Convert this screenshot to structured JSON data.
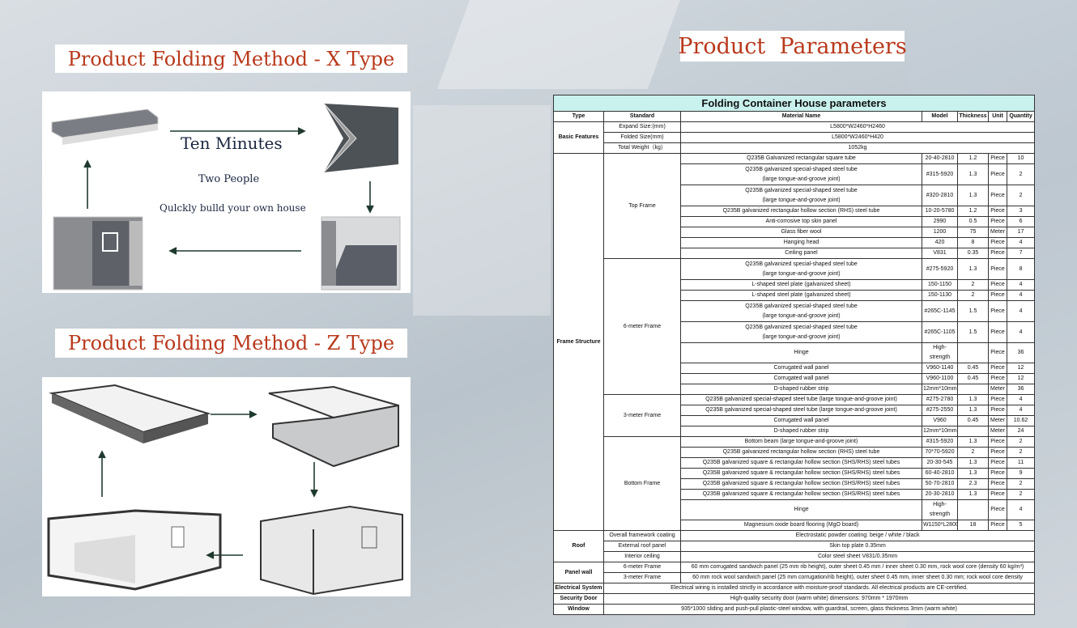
{
  "left": {
    "x_type_title": "Product Folding Method - X Type",
    "z_type_title": "Product Folding Method - Z Type",
    "x_caption_main": "Ten Minutes",
    "x_caption_people": "Two People",
    "x_caption_sub": "Qulckly bulld your own house"
  },
  "right": {
    "title": "Product  Parameters"
  },
  "colors": {
    "title_red": "#b8391c",
    "table_header_bg": "#c9f1ee",
    "caption_navy": "#1a2640",
    "arrow": "#1f3a2e"
  },
  "table": {
    "title": "Folding Container House parameters",
    "headers": [
      "Type",
      "Standard",
      "Material Name",
      "Model",
      "Thickness",
      "Unit",
      "Quantity"
    ],
    "basic": {
      "type": "Basic Features",
      "rows": [
        {
          "standard": "Expand Size:(mm)",
          "value": "L5800*W2460*H2460"
        },
        {
          "standard": "Folded Size(mm)",
          "value": "L5800*W2460*H420"
        },
        {
          "standard": "Total Weight（kg）",
          "value": "1052kg"
        }
      ]
    },
    "frame": {
      "type": "Frame Structure",
      "groups": [
        {
          "standard": "Top Frame",
          "items": [
            [
              "Q235B Galvanized rectangular square tube",
              "20-40-2810",
              "1.2",
              "Piece",
              "10"
            ],
            [
              "Q235B galvanized special-shaped steel tube\n(large tongue-and-groove joint)",
              "#315-5920",
              "1.3",
              "Piece",
              "2"
            ],
            [
              "Q235B galvanized special-shaped steel tube\n(large tongue-and-groove joint)",
              "#320-2810",
              "1.3",
              "Piece",
              "2"
            ],
            [
              "Q235B galvanized rectangular hollow section (RHS) steel tube",
              "10-20-5780",
              "1.2",
              "Piece",
              "3"
            ],
            [
              "Anti-corrosive top skin panel",
              "2990",
              "0.5",
              "Piece",
              "6"
            ],
            [
              "Glass fiber wool",
              "1200",
              "75",
              "Meter",
              "17"
            ],
            [
              "Hanging head",
              "420",
              "8",
              "Piece",
              "4"
            ],
            [
              "Ceiling panel",
              "V831",
              "0.35",
              "Piece",
              "7"
            ]
          ]
        },
        {
          "standard": "6-meter Frame",
          "items": [
            [
              "Q235B galvanized special-shaped steel tube\n(large tongue-and-groove joint)",
              "#275-5920",
              "1.3",
              "Piece",
              "8"
            ],
            [
              "L-shaped steel plate (galvanized sheet)",
              "150-1150",
              "2",
              "Piece",
              "4"
            ],
            [
              "L-shaped steel plate (galvanized sheet)",
              "150-1130",
              "2",
              "Piece",
              "4"
            ],
            [
              "Q235B galvanized special-shaped steel tube\n(large tongue-and-groove joint)",
              "#265C-1145",
              "1.5",
              "Piece",
              "4"
            ],
            [
              "Q235B galvanized special-shaped steel tube\n(large tongue-and-groove joint)",
              "#265C-1105",
              "1.5",
              "Piece",
              "4"
            ],
            [
              "Hinge",
              "High-strength",
              "",
              "Piece",
              "36"
            ],
            [
              "Corrugated wall panel",
              "V960-1140",
              "0.45",
              "Piece",
              "12"
            ],
            [
              "Corrugated wall panel",
              "V960-1100",
              "0.45",
              "Piece",
              "12"
            ],
            [
              "D-shaped rubber strip",
              "12mm*10mm",
              "",
              "Meter",
              "36"
            ]
          ]
        },
        {
          "standard": "3-meter Frame",
          "items": [
            [
              "Q235B galvanized special-shaped steel tube (large tongue-and-groove joint)",
              "#275-2780",
              "1.3",
              "Piece",
              "4"
            ],
            [
              "Q235B galvanized special-shaped steel tube (large tongue-and-groove joint)",
              "#275-2550",
              "1.3",
              "Piece",
              "4"
            ],
            [
              "Corrugated wall panel",
              "V960",
              "0.45",
              "Meter",
              "10.62"
            ],
            [
              "D-shaped rubber strip",
              "12mm*10mm",
              "",
              "Meter",
              "24"
            ]
          ]
        },
        {
          "standard": "Bottom Frame",
          "items": [
            [
              "Bottom beam (large tongue-and-groove joint)",
              "#315-5920",
              "1.3",
              "Piece",
              "2"
            ],
            [
              "Q235B galvanized rectangular hollow section (RHS) steel tube",
              "70*70-5920",
              "2",
              "Piece",
              "2"
            ],
            [
              "Q235B galvanized square & rectangular hollow section (SHS/RHS) steel tubes",
              "20-30-545",
              "1.3",
              "Piece",
              "11"
            ],
            [
              "Q235B galvanized square & rectangular hollow section (SHS/RHS) steel tubes",
              "60-40-2810",
              "1.3",
              "Piece",
              "9"
            ],
            [
              "Q235B galvanized square & rectangular hollow section (SHS/RHS) steel tubes",
              "50-70-2810",
              "2.3",
              "Piece",
              "2"
            ],
            [
              "Q235B galvanized square & rectangular hollow section (SHS/RHS) steel tubes",
              "20-30-2810",
              "1.3",
              "Piece",
              "2"
            ],
            [
              "Hinge",
              "High-strength",
              "",
              "Piece",
              "4"
            ],
            [
              "Magnesium oxide board flooring (MgO board)",
              "W1150*L2800",
              "18",
              "Piece",
              "5"
            ]
          ]
        }
      ]
    },
    "roof": {
      "type": "Roof",
      "rows": [
        {
          "standard": "Overall framework coating",
          "value": "Electrostatic powder coating: beige / white / black"
        },
        {
          "standard": "External roof panel",
          "value": "Skin top plate 0.35mm"
        },
        {
          "standard": "Interior ceiling",
          "value": "Color steel sheet V831/0.35mm"
        }
      ]
    },
    "panel_wall": {
      "type": "Panel wall",
      "rows": [
        {
          "standard": "6-meter Frame",
          "value": "60 mm corrugated sandwich panel (25 mm rib height), outer sheet 0.45 mm / inner sheet 0.30 mm, rock wool core (density 60 kg/m³)"
        },
        {
          "standard": "3-meter Frame",
          "value": "60 mm rock wool sandwich panel (25 mm corrugation/rib height), outer sheet 0.45 mm, inner sheet 0.30 mm; rock wool core density"
        }
      ]
    },
    "singles": [
      {
        "type": "Electrical System",
        "value": "Electrical wiring is installed strictly in accordance with moisture-proof standards. All electrical products are CE-certified."
      },
      {
        "type": "Security Door",
        "value": "High-quality security door (warm white) dimensions: 970mm * 1970mm"
      },
      {
        "type": "Window",
        "value": "935*1000 sliding and push-pull plastic-steel window, with guardrail, screen, glass thickness 3mm (warm white)"
      }
    ]
  }
}
